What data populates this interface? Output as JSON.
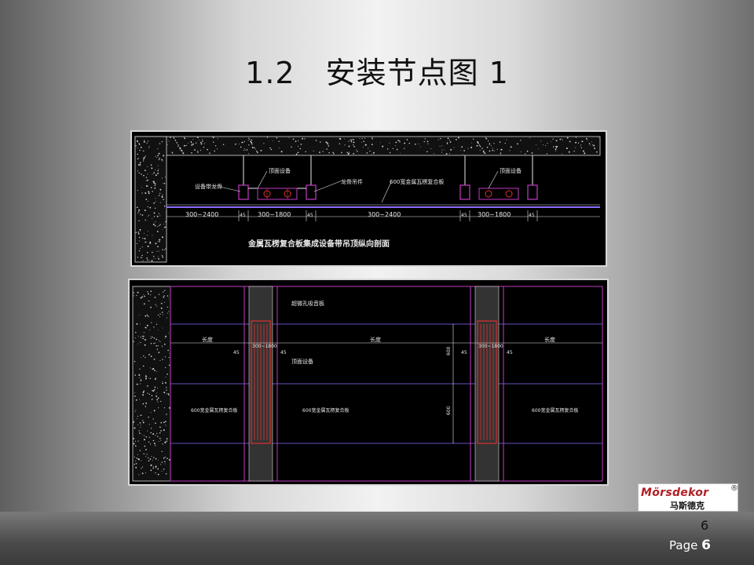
{
  "slide": {
    "title": "1.2　安装节点图 1",
    "slide_number": "6",
    "page_label": "Page",
    "page_number": "6"
  },
  "logo": {
    "brand": "Mörsdekor",
    "chinese": "马斯德克",
    "registered": "®"
  },
  "drawing_top": {
    "caption": "金属瓦楞复合板集成设备带吊顶纵向剖面",
    "labels": {
      "keel": "设备带龙骨",
      "ceiling_device_1": "顶面设备",
      "hanger": "龙骨吊件",
      "panel": "600宽金属瓦楞复合板",
      "ceiling_device_2": "顶面设备"
    },
    "dimensions": [
      "300~2400",
      "45",
      "300~1800",
      "45",
      "300~2400",
      "45",
      "300~1800",
      "45"
    ]
  },
  "drawing_bottom": {
    "labels": {
      "acoustic_panel": "超微孔吸音板",
      "ceiling_device": "顶面设备",
      "length_left": "长度",
      "length_mid": "长度",
      "length_right": "长度",
      "band_left": "300~1800",
      "band_right": "300~1800",
      "dim_45_a": "45",
      "dim_45_b": "45",
      "dim_45_c": "45",
      "dim_45_d": "45",
      "dim_600_a": "600",
      "dim_600_b": "600",
      "panel_left": "600宽金属瓦楞复合板",
      "panel_mid": "600宽金属瓦楞复合板",
      "panel_right": "600宽金属瓦楞复合板"
    }
  },
  "colors": {
    "cad_background": "#000000",
    "cad_line_white": "#e8e8e8",
    "cad_line_magenta": "#c03cc0",
    "cad_line_red": "#e03030",
    "cad_line_purple": "#8c6cff",
    "logo_red": "#b01e23"
  }
}
